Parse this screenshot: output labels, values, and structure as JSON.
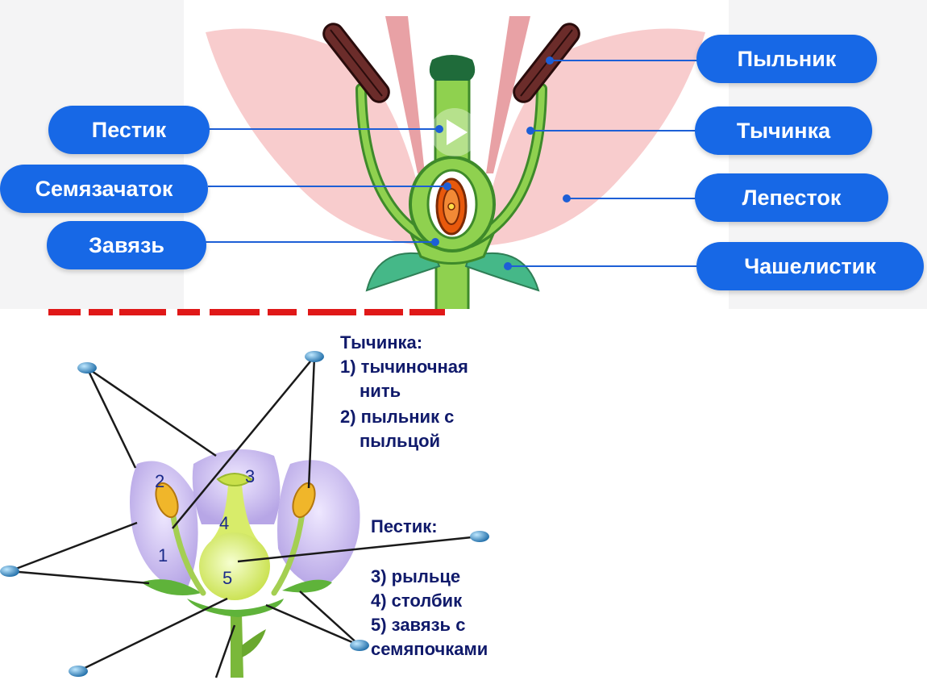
{
  "top_labels": {
    "pestik": "Пестик",
    "semyazachatok": "Семязачаток",
    "zavyaz": "Завязь",
    "pylnik": "Пыльник",
    "tychinka": "Тычинка",
    "lepestok": "Лепесток",
    "chashelistik": "Чашелистик"
  },
  "bottom_numbers": [
    "1",
    "2",
    "3",
    "4",
    "5"
  ],
  "stamen_block": {
    "title": "Тычинка:",
    "line1": "1) тычиночная",
    "line1b": "нить",
    "line2": "2) пыльник с",
    "line2b": "пыльцой"
  },
  "pistil_block": {
    "title": "Пестик:",
    "line3": "3) рыльце",
    "line4": "4) столбик",
    "line5": "5) завязь с",
    "line5b": "семяпочками"
  },
  "colors": {
    "pill_blue": "#1768e6",
    "leader_line": "#1d5fd6",
    "petal_pink": "#f7c6c8",
    "stem_green": "#8fd14f",
    "anther_brown": "#6b2c2a",
    "ovule_orange": "#e8590c",
    "bottom_text_navy": "#101a6b",
    "bottom_petal_lilac": "#c7b8ec",
    "anther_yellow": "#f0b62a"
  },
  "icons": [
    "play-icon"
  ]
}
